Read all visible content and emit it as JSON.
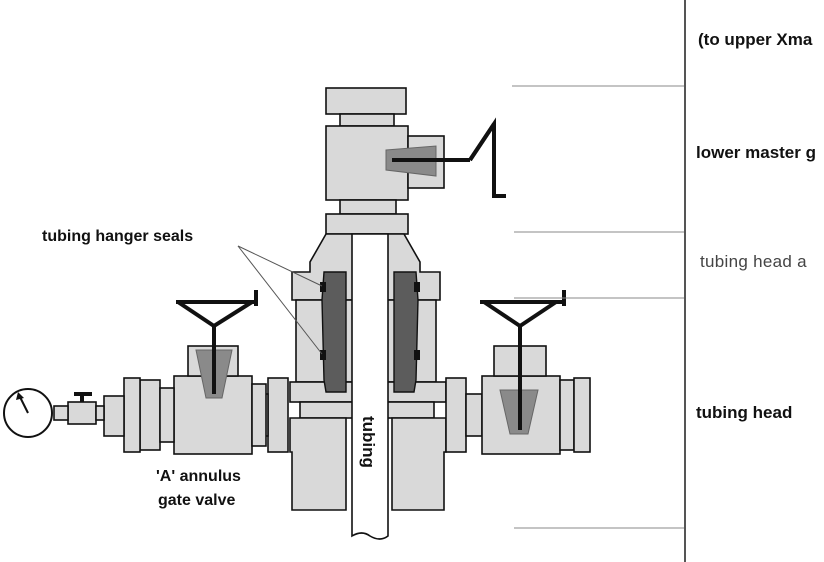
{
  "labels": {
    "to_upper_xmas": "(to upper Xma",
    "lower_master": "lower master g",
    "tubing_head_a": "tubing head a",
    "tubing_head": "tubing head",
    "tubing_hanger_seals": "tubing hanger  seals",
    "annulus_line1": "'A' annulus",
    "annulus_line2": "gate valve",
    "tubing": "tubing"
  },
  "colors": {
    "body_fill": "#d9d9d9",
    "seal_fill": "#5c5c5c",
    "wedge_fill": "#8a8a8a",
    "outline": "#111111"
  }
}
